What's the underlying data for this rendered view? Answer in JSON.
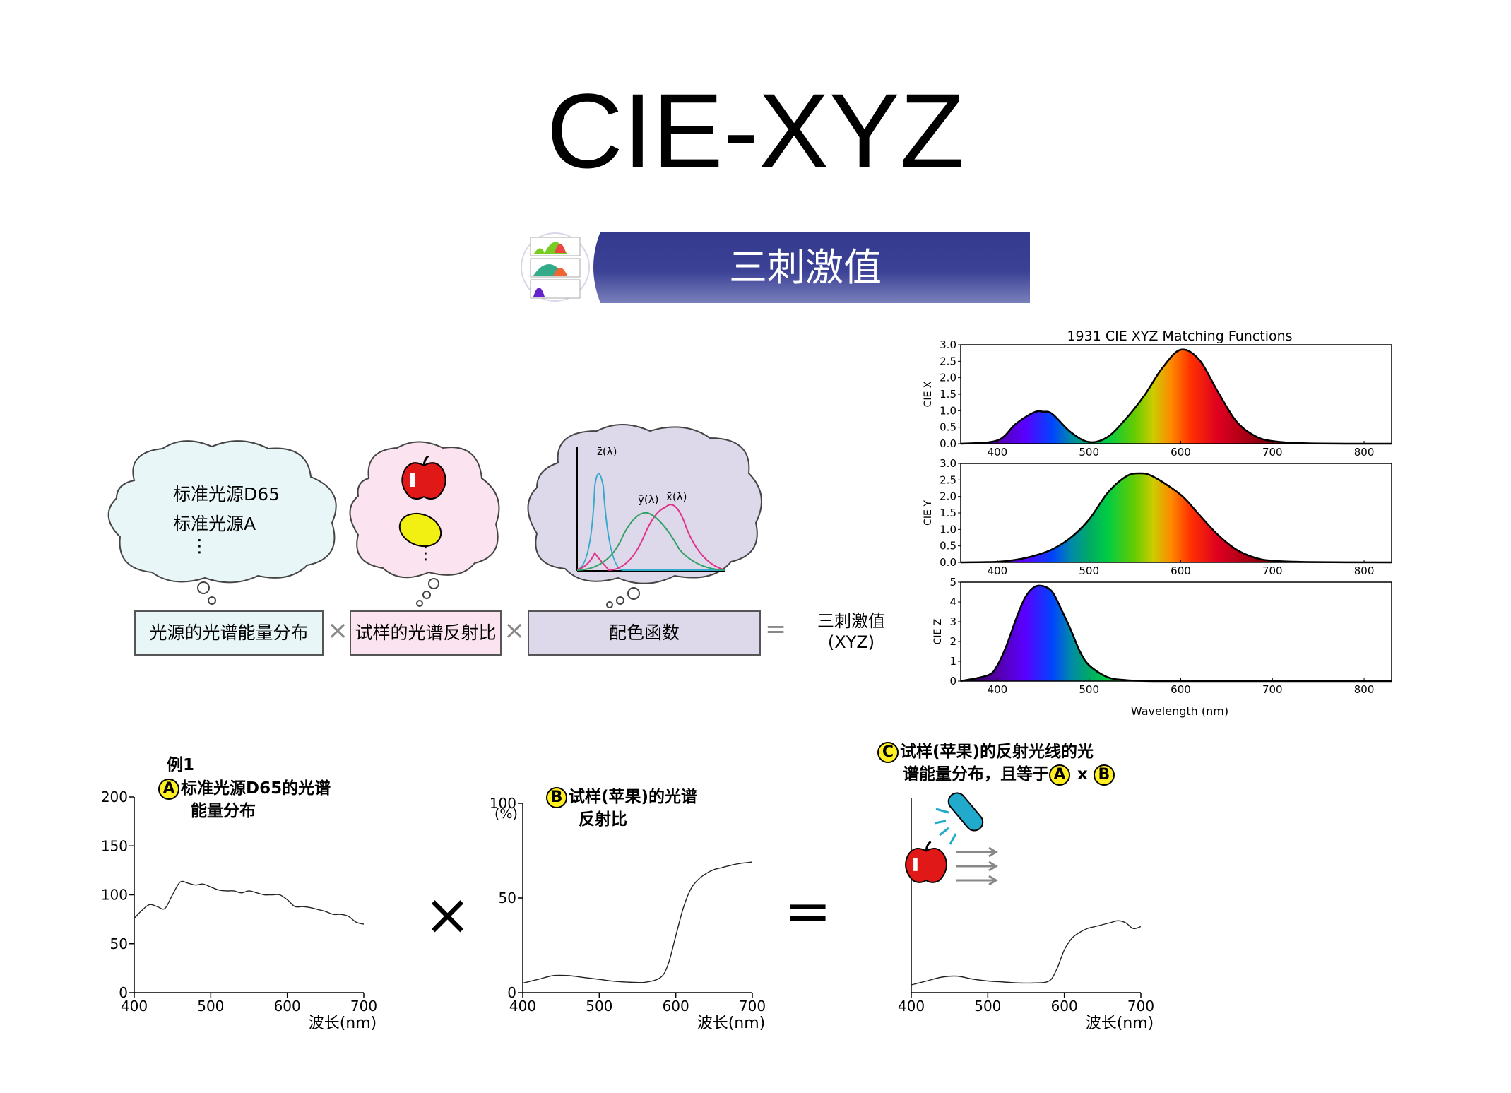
{
  "title": "CIE-XYZ",
  "banner": {
    "text": "三刺激值"
  },
  "clouds": {
    "illuminant": {
      "line1": "标准光源D65",
      "line2": "标准光源A",
      "dots": "⋮"
    },
    "sample": {
      "dots": "⋮"
    },
    "cmf": {
      "z_label": "z̄(λ)",
      "y_label": "ȳ(λ)",
      "x_label": "x̄(λ)"
    }
  },
  "formula": {
    "box1": "光源的光谱能量分布",
    "op1": "×",
    "box2": "试样的光谱反射比",
    "op2": "×",
    "box3": "配色函数",
    "op3": "=",
    "result_line1": "三刺激值",
    "result_line2": "(XYZ)"
  },
  "matching_chart": {
    "title": "1931 CIE XYZ Matching Functions",
    "xlabel": "Wavelength (nm)",
    "panels": [
      {
        "ylabel": "CIE X",
        "yticks": [
          "0.0",
          "0.5",
          "1.0",
          "1.5",
          "2.0",
          "2.5",
          "3.0"
        ]
      },
      {
        "ylabel": "CIE Y",
        "yticks": [
          "0.0",
          "0.5",
          "1.0",
          "1.5",
          "2.0",
          "2.5",
          "3.0"
        ]
      },
      {
        "ylabel": "CIE Z",
        "yticks": [
          "0",
          "1",
          "2",
          "3",
          "4",
          "5"
        ]
      }
    ],
    "xticks": [
      "400",
      "500",
      "600",
      "700",
      "800"
    ]
  },
  "chart_data": [
    {
      "type": "area",
      "title": "1931 CIE XYZ Matching Functions",
      "xlabel": "Wavelength (nm)",
      "ylabel": "CIE X",
      "xlim": [
        360,
        830
      ],
      "ylim": [
        0,
        3
      ],
      "x": [
        360,
        400,
        420,
        440,
        450,
        460,
        480,
        500,
        520,
        540,
        560,
        580,
        600,
        620,
        640,
        660,
        680,
        700,
        740,
        830
      ],
      "values": [
        0,
        0.1,
        0.6,
        0.95,
        0.97,
        0.9,
        0.35,
        0.05,
        0.2,
        0.75,
        1.45,
        2.3,
        2.85,
        2.55,
        1.6,
        0.7,
        0.25,
        0.08,
        0.01,
        0
      ]
    },
    {
      "type": "area",
      "xlabel": "Wavelength (nm)",
      "ylabel": "CIE Y",
      "xlim": [
        360,
        830
      ],
      "ylim": [
        0,
        3
      ],
      "x": [
        360,
        400,
        420,
        440,
        460,
        480,
        500,
        520,
        540,
        555,
        570,
        600,
        620,
        640,
        660,
        680,
        700,
        740,
        830
      ],
      "values": [
        0,
        0.02,
        0.08,
        0.2,
        0.4,
        0.75,
        1.3,
        2.1,
        2.6,
        2.7,
        2.6,
        2.05,
        1.45,
        0.85,
        0.4,
        0.15,
        0.05,
        0.01,
        0
      ]
    },
    {
      "type": "area",
      "xlabel": "Wavelength (nm)",
      "ylabel": "CIE Z",
      "xlim": [
        360,
        830
      ],
      "ylim": [
        0,
        5
      ],
      "x": [
        360,
        390,
        400,
        410,
        420,
        430,
        440,
        450,
        460,
        470,
        480,
        490,
        500,
        520,
        540,
        560,
        600,
        830
      ],
      "values": [
        0,
        0.3,
        0.8,
        1.8,
        3.1,
        4.2,
        4.75,
        4.8,
        4.5,
        3.6,
        2.6,
        1.5,
        0.8,
        0.2,
        0.05,
        0.01,
        0,
        0
      ]
    },
    {
      "type": "line",
      "title": "标准光源D65的光谱能量分布",
      "xlabel": "波长(nm)",
      "xlim": [
        400,
        700
      ],
      "ylim": [
        0,
        200
      ],
      "yticks": [
        "0",
        "50",
        "100",
        "150",
        "200"
      ],
      "xticks": [
        "400",
        "500",
        "600",
        "700"
      ],
      "x": [
        400,
        410,
        420,
        430,
        440,
        450,
        460,
        470,
        480,
        490,
        500,
        510,
        520,
        530,
        540,
        550,
        560,
        570,
        580,
        590,
        600,
        610,
        620,
        630,
        640,
        650,
        660,
        670,
        680,
        690,
        700
      ],
      "values": [
        76,
        84,
        90,
        88,
        86,
        100,
        113,
        112,
        110,
        111,
        108,
        105,
        104,
        104,
        102,
        104,
        102,
        100,
        100,
        100,
        95,
        88,
        88,
        87,
        85,
        83,
        80,
        80,
        78,
        72,
        70
      ]
    },
    {
      "type": "line",
      "title": "试样(苹果)的光谱反射比",
      "xlabel": "波长(nm)",
      "ylabel": "(%)",
      "xlim": [
        400,
        700
      ],
      "ylim": [
        0,
        100
      ],
      "yticks": [
        "0",
        "50",
        "100"
      ],
      "xticks": [
        "400",
        "500",
        "600",
        "700"
      ],
      "x": [
        400,
        420,
        440,
        460,
        480,
        500,
        520,
        540,
        560,
        580,
        590,
        600,
        610,
        620,
        630,
        640,
        650,
        660,
        680,
        700
      ],
      "values": [
        5,
        7,
        9,
        9,
        8,
        7,
        6,
        5.5,
        5.5,
        8,
        15,
        30,
        45,
        55,
        60,
        63,
        65,
        66,
        68,
        69
      ]
    },
    {
      "type": "line",
      "title": "试样(苹果)的反射光线的光谱能量分布，且等于A x B",
      "xlabel": "波长(nm)",
      "xlim": [
        400,
        700
      ],
      "xticks": [
        "400",
        "500",
        "600",
        "700"
      ],
      "x": [
        400,
        420,
        440,
        460,
        480,
        500,
        520,
        540,
        560,
        580,
        590,
        600,
        610,
        620,
        630,
        640,
        650,
        660,
        670,
        680,
        690,
        700
      ],
      "values": [
        4,
        6,
        8,
        8.5,
        7,
        6,
        5.5,
        5,
        5,
        6,
        12,
        22,
        28,
        31,
        33,
        34,
        35,
        36,
        37,
        36,
        33,
        34
      ]
    }
  ],
  "examples": {
    "heading": "例1",
    "a_badge": "A",
    "a_text1": "标准光源D65的光谱",
    "a_text2": "能量分布",
    "b_badge": "B",
    "b_text1": "试样(苹果)的光谱",
    "b_text2": "反射比",
    "c_badge": "C",
    "c_text1": "试样(苹果)的反射光线的光",
    "c_text2": "谱能量分布，且等于",
    "c_a": "A",
    "c_x": "x",
    "c_b": "B",
    "b_yunit": "(%)",
    "times": "×",
    "equals": "="
  }
}
